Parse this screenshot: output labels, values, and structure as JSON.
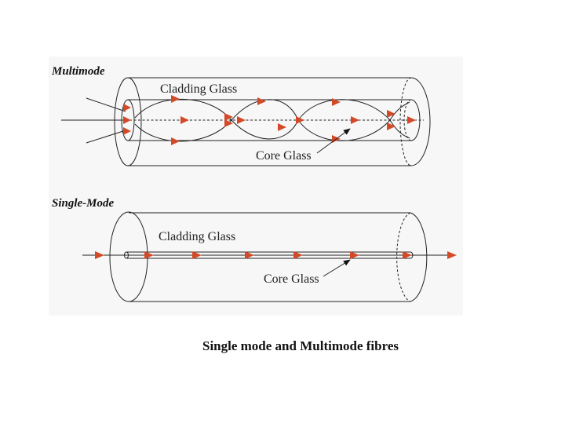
{
  "multimode": {
    "title": "Multimode",
    "cladding_label": "Cladding Glass",
    "core_label": "Core Glass"
  },
  "singlemode": {
    "title": "Single-Mode",
    "cladding_label": "Cladding Glass",
    "core_label": "Core Glass"
  },
  "caption": "Single mode and Multimode fibres",
  "colors": {
    "arrow": "#d24a28",
    "line": "#222222",
    "panel_background": "#f7f7f7"
  }
}
